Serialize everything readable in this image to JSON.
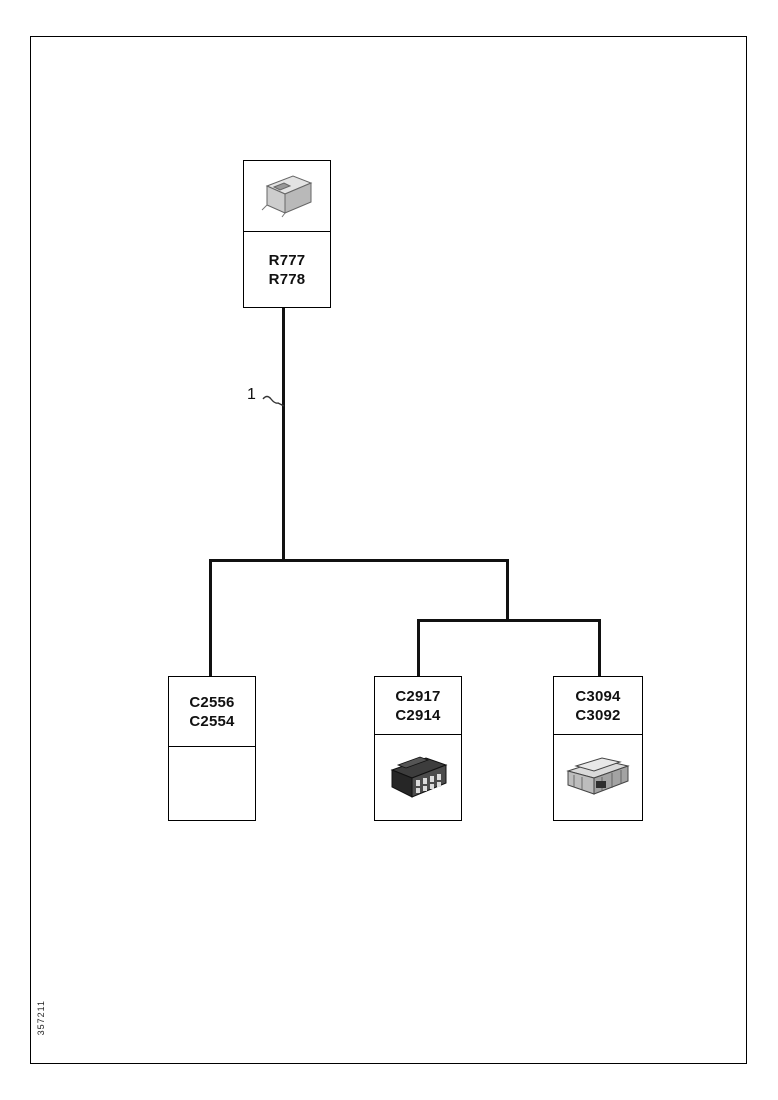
{
  "doc_number": "357211",
  "callout": {
    "label": "1"
  },
  "top_box": {
    "icon": "relay-illustration",
    "labels": [
      "R777",
      "R778"
    ]
  },
  "bottom_boxes": [
    {
      "labels": [
        "C2556",
        "C2554"
      ],
      "icon": "none"
    },
    {
      "labels": [
        "C2917",
        "C2914"
      ],
      "icon": "connector-dark-illustration"
    },
    {
      "labels": [
        "C3094",
        "C3092"
      ],
      "icon": "ecu-connector-illustration"
    }
  ],
  "colors": {
    "line": "#111111",
    "border": "#000000",
    "background": "#ffffff"
  }
}
